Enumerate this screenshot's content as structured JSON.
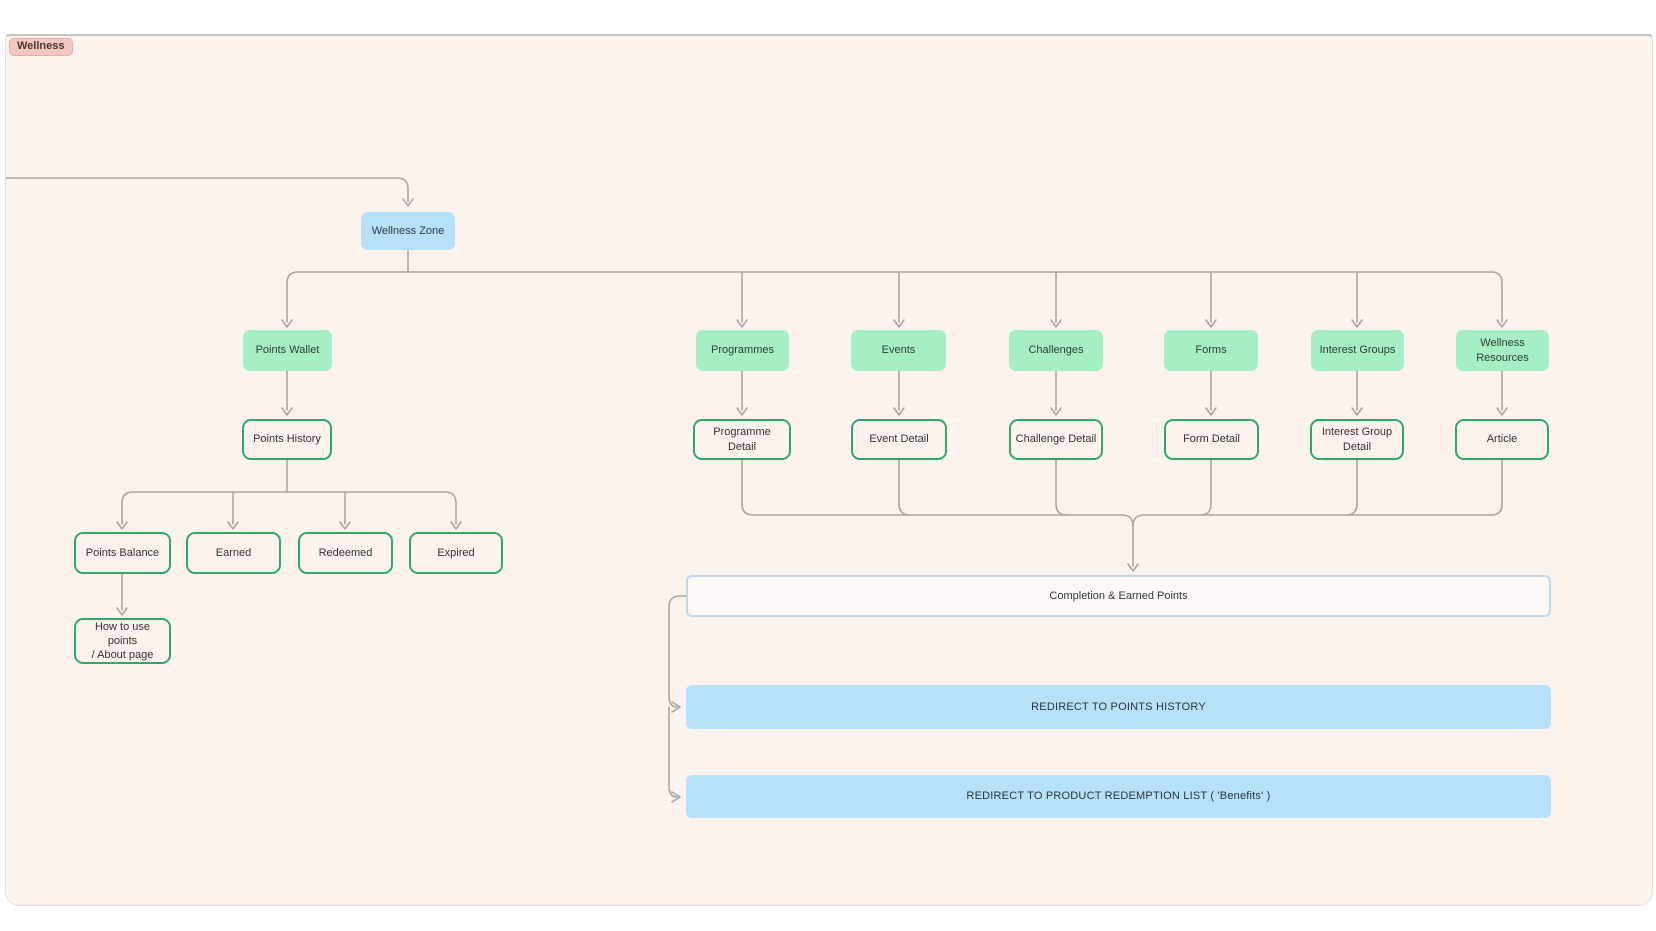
{
  "tag": {
    "label": "Wellness"
  },
  "colors": {
    "canvas_bg": "#FCF2EE",
    "node_green": "#A6EFC5",
    "node_green_border": "#2FA968",
    "node_blue": "#B7E0FA",
    "completion_border": "#BBD8EE",
    "connector_gray": "#ACA7A3",
    "tag_bg": "#F5C7C1",
    "tag_border": "#E9AFA7"
  },
  "nodes": {
    "root": {
      "label": "Wellness Zone"
    },
    "points_wallet": {
      "label": "Points Wallet"
    },
    "programmes": {
      "label": "Programmes"
    },
    "events": {
      "label": "Events"
    },
    "challenges": {
      "label": "Challenges"
    },
    "forms": {
      "label": "Forms"
    },
    "interest_groups": {
      "label": "Interest Groups"
    },
    "wellness_resources": {
      "label": "Wellness\nResources"
    },
    "points_history": {
      "label": "Points History"
    },
    "programme_detail": {
      "label": "Programme Detail"
    },
    "event_detail": {
      "label": "Event Detail"
    },
    "challenge_detail": {
      "label": "Challenge Detail"
    },
    "form_detail": {
      "label": "Form Detail"
    },
    "interest_group_detail": {
      "label": "Interest Group\nDetail"
    },
    "article": {
      "label": "Article"
    },
    "points_balance": {
      "label": "Points Balance"
    },
    "earned": {
      "label": "Earned"
    },
    "redeemed": {
      "label": "Redeemed"
    },
    "expired": {
      "label": "Expired"
    },
    "how_to_use": {
      "label": "How to use points\n/ About page"
    },
    "completion": {
      "label": "Completion & Earned Points"
    },
    "redirect_points": {
      "label": "REDIRECT TO POINTS HISTORY"
    },
    "redirect_redemption": {
      "label": "REDIRECT TO PRODUCT REDEMPTION LIST ( 'Benefits' )"
    }
  }
}
